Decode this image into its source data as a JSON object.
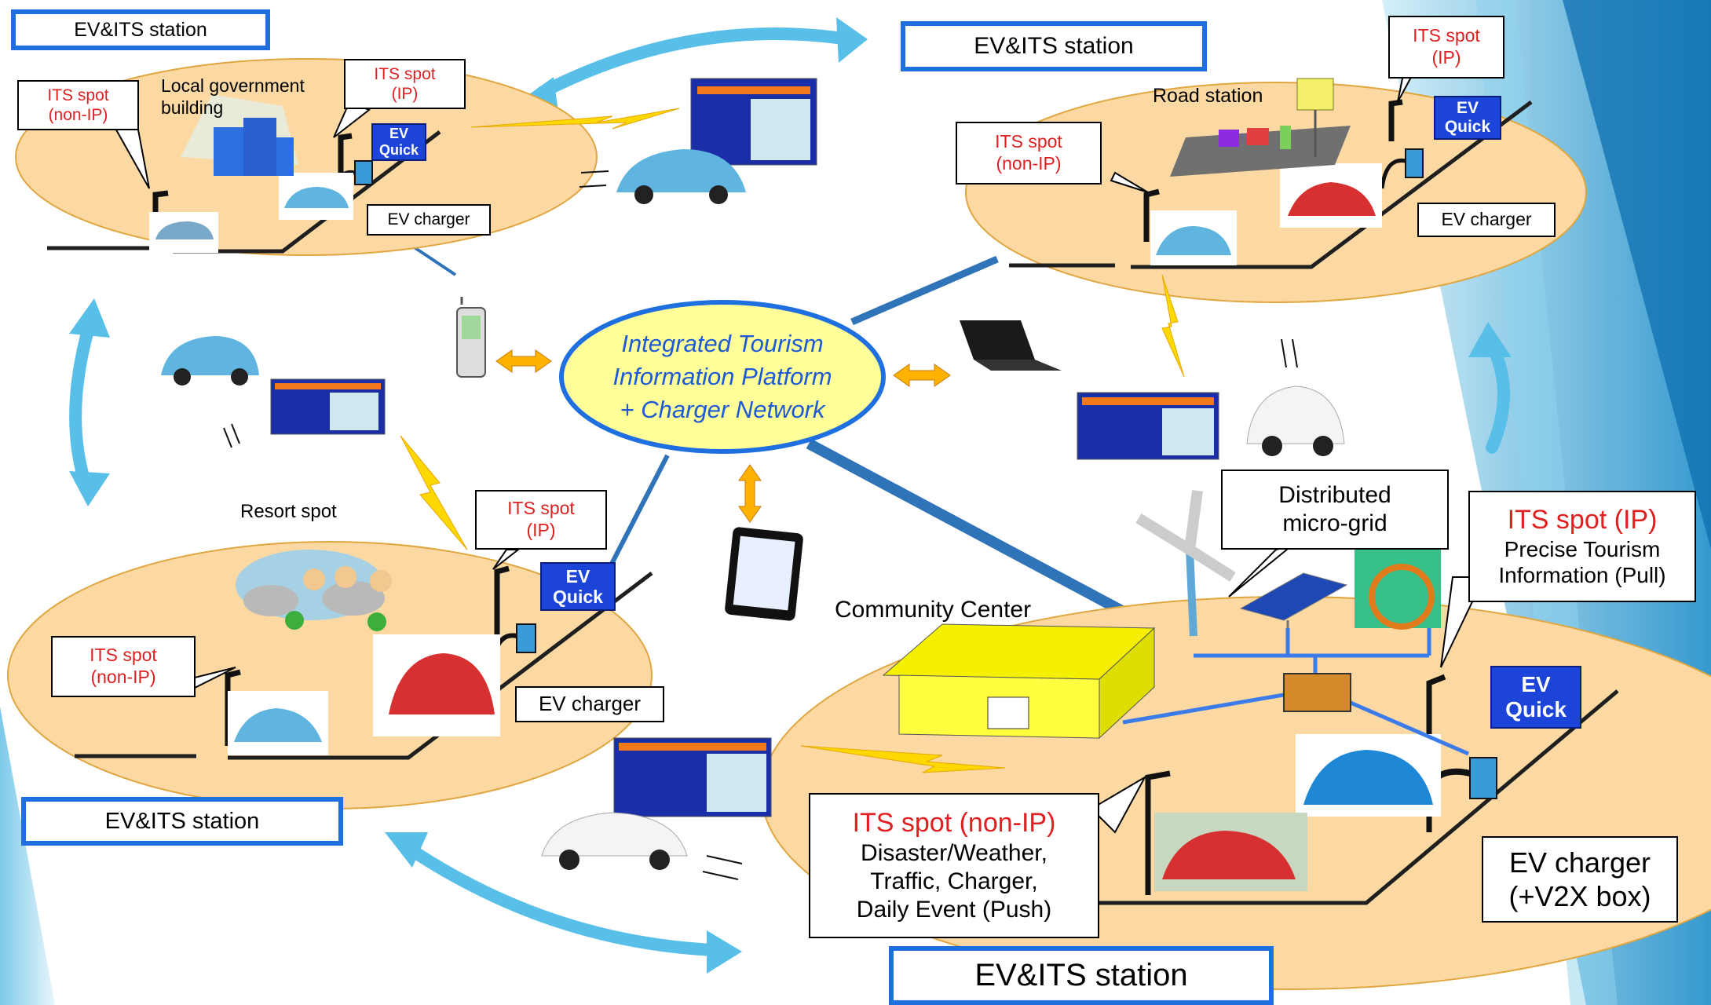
{
  "hub": {
    "line1": "Integrated Tourism",
    "line2": "Information Platform",
    "line3": "+ Charger Network"
  },
  "station_label": "EV&ITS station",
  "ev_quick": {
    "line1": "EV",
    "line2": "Quick"
  },
  "ev_charger": "EV charger",
  "its_ip": {
    "line1": "ITS spot",
    "line2": "(IP)"
  },
  "its_nonip": {
    "line1": "ITS spot",
    "line2": "(non-IP)"
  },
  "top_left": {
    "building_label_1": "Local government",
    "building_label_2": "building"
  },
  "top_right": {
    "place_label": "Road station"
  },
  "mid_left": {
    "place_label": "Resort spot"
  },
  "bottom_right": {
    "micro_grid_1": "Distributed",
    "micro_grid_2": "micro-grid",
    "community_center": "Community Center",
    "its_ip_title": "ITS spot (IP)",
    "its_ip_desc_1": "Precise Tourism",
    "its_ip_desc_2": "Information (Pull)",
    "its_nonip_title": "ITS spot (non-IP)",
    "its_nonip_desc_1": "Disaster/Weather,",
    "its_nonip_desc_2": "Traffic, Charger,",
    "its_nonip_desc_3": "Daily Event (Push)",
    "charger_1": "EV charger",
    "charger_2": "(+V2X box)"
  },
  "colors": {
    "station_border": "#1f6fe0",
    "island_fill": "#fcd9a3",
    "hub_fill": "#ffff99",
    "hub_border": "#1f6fe0",
    "hub_text": "#1e5ad6",
    "its_red": "#e02020",
    "ev_quick": "#1c44d8",
    "link_line": "#2f73b8",
    "cycle_arrow": "#58bfe8",
    "bolt": "#ffd800",
    "double_arrow": "#ffb300"
  },
  "icons": [
    "car-icon",
    "screen-display-icon",
    "phone-icon",
    "laptop-icon",
    "tablet-icon",
    "building-icon",
    "wind-turbine-icon",
    "solar-panel-icon",
    "water-wheel-icon",
    "battery-box-icon",
    "charger-icon",
    "antenna-pole-icon",
    "hot-spring-icon",
    "lightning-bolt-icon"
  ]
}
